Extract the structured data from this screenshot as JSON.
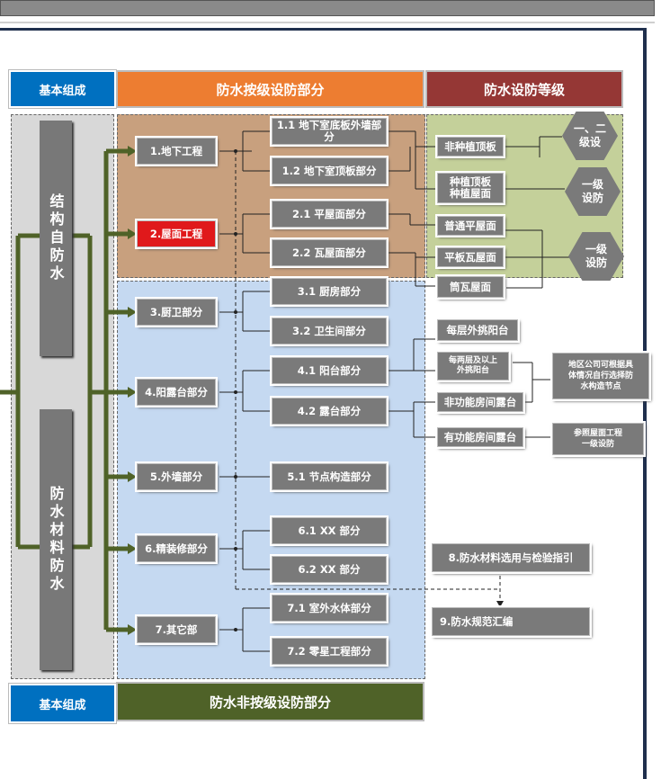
{
  "headers": {
    "basic_top": "基本组成",
    "graded": "防水按级设防部分",
    "levels": "防水设防等级",
    "basic_bottom": "基本组成",
    "non_graded": "防水非按级设防部分"
  },
  "left_columns": [
    "结构自防水",
    "防水材料防水"
  ],
  "categories": [
    "1.地下工程",
    "2.屋面工程",
    "3.厨卫部分",
    "4.阳露台部分",
    "5.外墙部分",
    "6.精装修部分",
    "7.其它部"
  ],
  "sub_items": [
    "1.1 地下室底板外墙部分",
    "1.2 地下室顶板部分",
    "2.1 平屋面部分",
    "2.2 瓦屋面部分",
    "3.1 厨房部分",
    "3.2 卫生间部分",
    "4.1 阳台部分",
    "4.2 露台部分",
    "5.1 节点构造部分",
    "6.1 XX 部分",
    "6.2 XX 部分",
    "7.1 室外水体部分",
    "7.2 零星工程部分"
  ],
  "right_items": [
    "非种植顶板",
    "种植顶板\n种植屋面",
    "普通平屋面",
    "平板瓦屋面",
    "筒瓦屋面",
    "每层外挑阳台",
    "每两层及以上\n外挑阳台",
    "非功能房间露台",
    "有功能房间露台"
  ],
  "levels": [
    "一、二\n级设",
    "一级\n设防",
    "一级\n设防"
  ],
  "notes": [
    "地区公司可根据具\n体情况自行选择防\n水构造节点",
    "参照屋面工程\n一级设防"
  ],
  "guides": [
    "8.防水材料选用与检验指引",
    "9.防水规范汇编"
  ],
  "colors": {
    "blue_header": "#0070c0",
    "orange_header": "#ed7d31",
    "maroon_header": "#953735",
    "olive_header": "#4f6228",
    "brown_zone": "#c8a07e",
    "green_zone": "#c4d09a",
    "blue_zone": "#c5d9f1",
    "connector_green": "#4f6228",
    "highlight_red": "#e0191b"
  }
}
